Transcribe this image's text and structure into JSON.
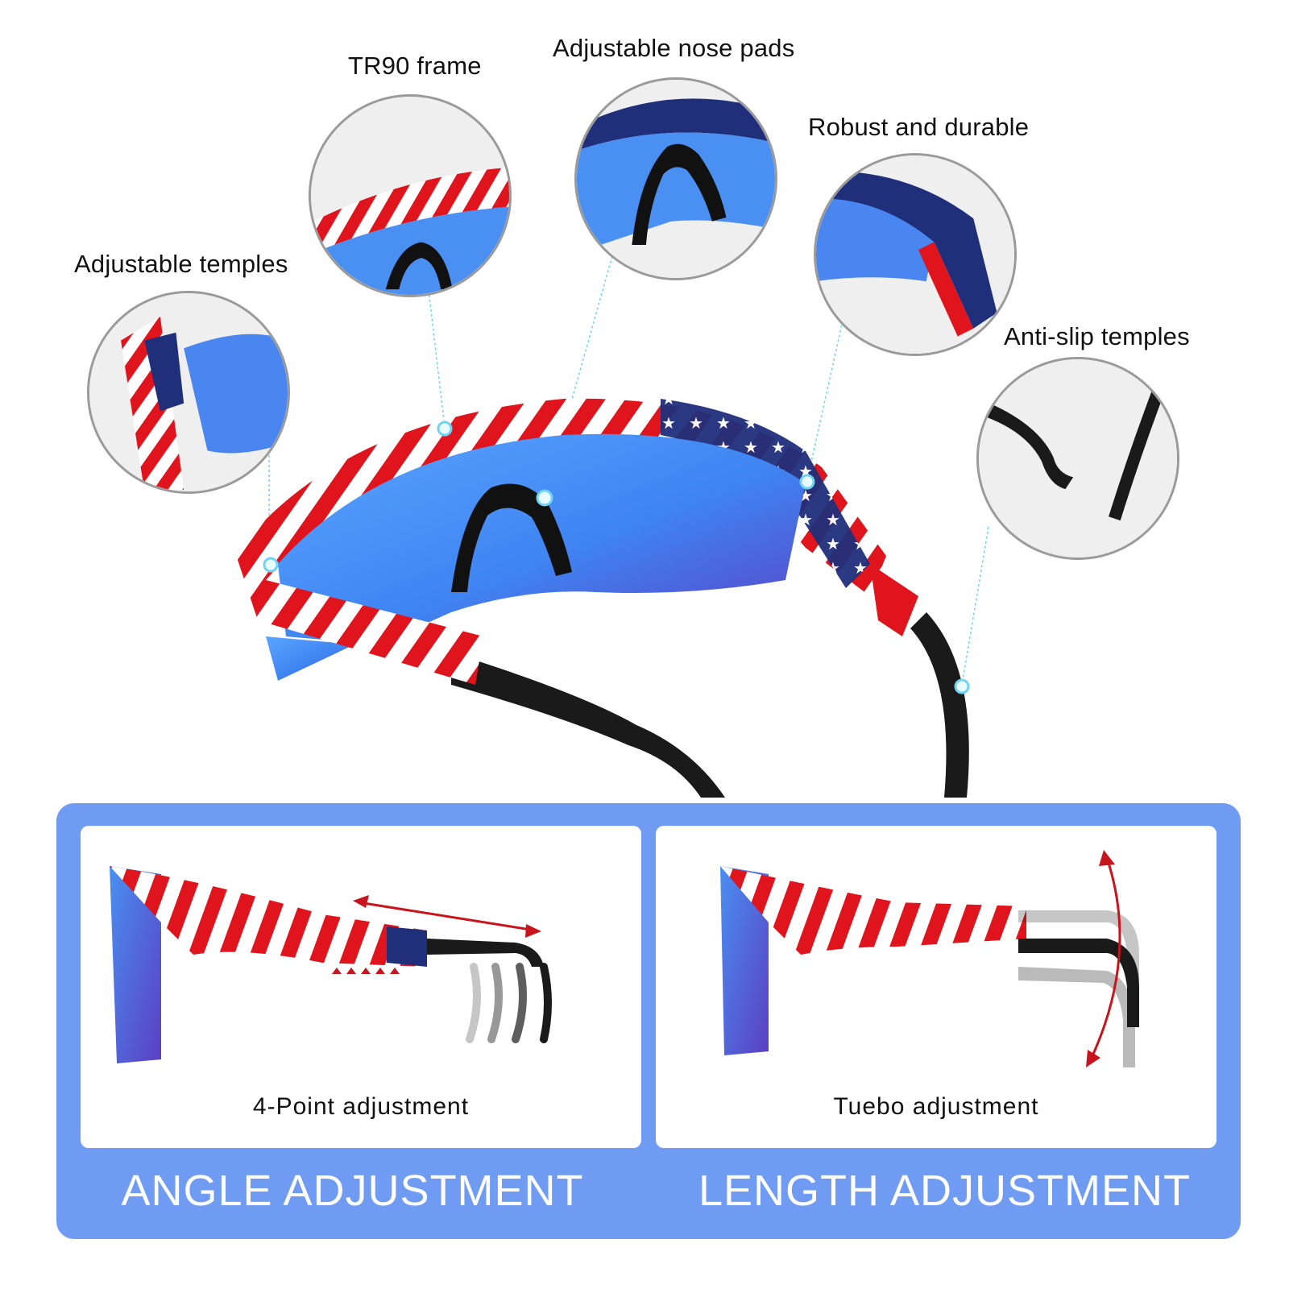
{
  "features": {
    "adjustable_temples": "Adjustable temples",
    "tr90_frame": "TR90 frame",
    "adjustable_nose_pads": "Adjustable nose pads",
    "robust_durable": "Robust and durable",
    "anti_slip_temples": "Anti-slip temples"
  },
  "angle_panel": {
    "caption": "4-Point adjustment",
    "title": "ANGLE ADJUSTMENT"
  },
  "length_panel": {
    "caption": "Tuebo adjustment",
    "title": "LENGTH ADJUSTMENT"
  },
  "colors": {
    "panel_blue": "#6f9cf2",
    "lens_blue": "#4d8ff5",
    "lens_purple": "#5b3fc2",
    "flag_red": "#e0141c",
    "flag_navy": "#1f2f7a",
    "temple_black": "#1a1a1a",
    "arrow_red": "#c8141c",
    "callout_cyan": "#6fd4f2"
  },
  "icons": [
    "glasses-image",
    "magnifier-circle",
    "double-arrow-icon",
    "curved-arrow-icon"
  ]
}
